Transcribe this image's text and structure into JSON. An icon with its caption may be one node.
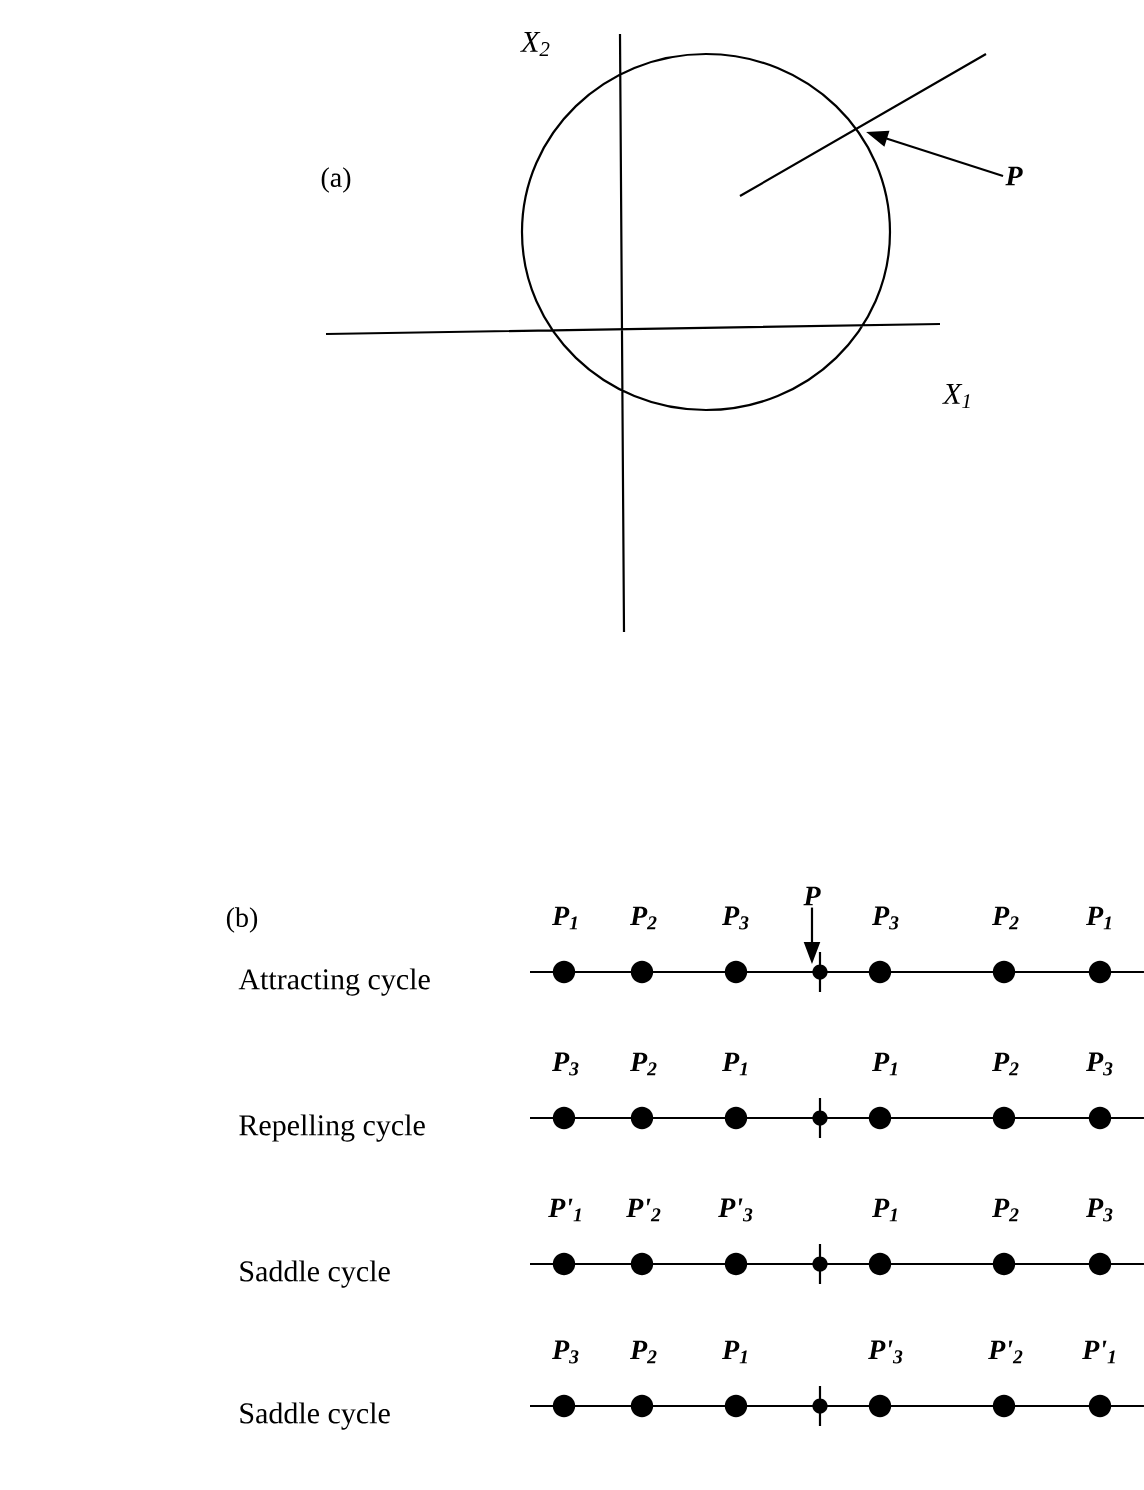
{
  "diagram": {
    "nodes": [
      {
        "text": [
          "P"
        ]
      },
      {
        "text": [
          "P"
        ]
      }
    ],
    "edges": [
      {
        "from": 0,
        "to": null,
        "arrow": "to"
      },
      {
        "from": 1,
        "to": null,
        "arrow": "to"
      }
    ],
    "labels": [
      "X$_{2}$",
      "(a)",
      "X$_{1}$",
      "(b)",
      "P$_{1}$",
      "P$_{2}$",
      "P$_{3}$",
      "P$_{3}$",
      "P$_{2}$",
      "P$_{1}$",
      "Attracting cycle",
      "P$_{3}$",
      "P$_{2}$",
      "P$_{1}$",
      "P$_{1}$",
      "P$_{2}$",
      "P$_{3}$",
      "Repelling cycle",
      "P'$_{1}$",
      "P'$_{2}$",
      "P'$_{3}$",
      "P$_{1}$",
      "P$_{2}$",
      "P$_{3}$",
      "Saddle cycle",
      "P$_{3}$",
      "P$_{2}$",
      "P$_{1}$",
      "P'$_{3}$",
      "P'$_{2}$",
      "P'$_{1}$",
      "Saddle cycle"
    ]
  }
}
